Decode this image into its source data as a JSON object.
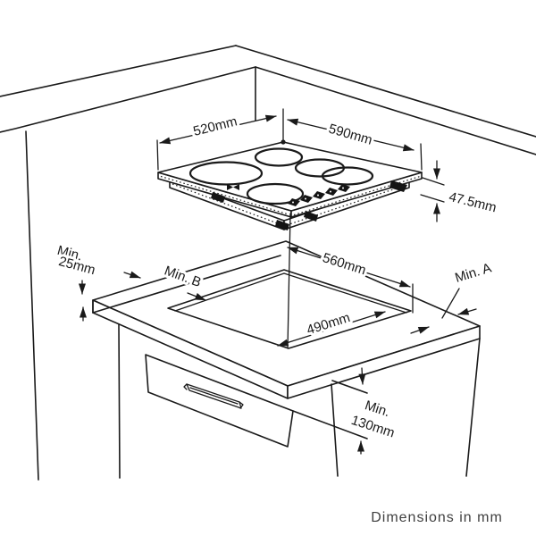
{
  "note": {
    "text": "Dimensions in mm"
  },
  "labels": {
    "cooktop_depth": "520mm",
    "cooktop_width": "590mm",
    "cooktop_height": "47.5mm",
    "worktop_thickness_line1": "Min.",
    "worktop_thickness_line2": "25mm",
    "rear_gap": "Min. B",
    "side_gap": "Min. A",
    "cutout_width": "560mm",
    "cutout_depth": "490mm",
    "under_clearance_line1": "Min.",
    "under_clearance_line2": "130mm"
  },
  "colors": {
    "line": "#1a1a1a",
    "note_text": "#3f3f3f",
    "background": "#ffffff"
  }
}
